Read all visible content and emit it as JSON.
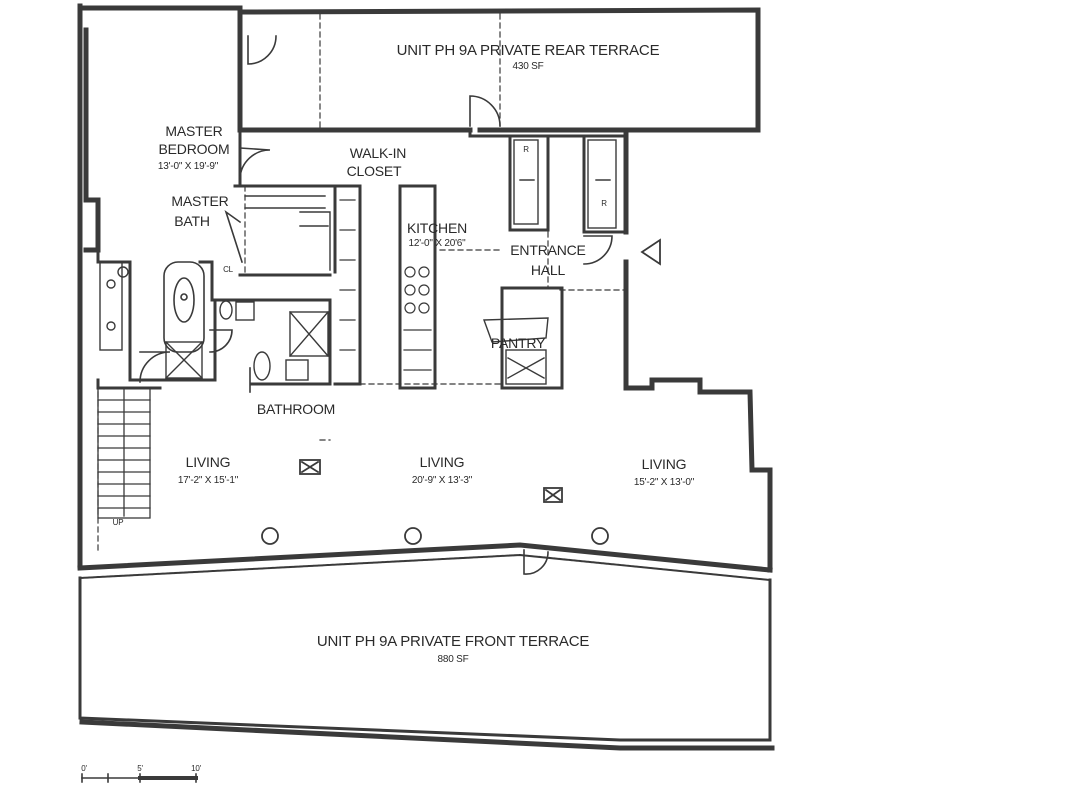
{
  "rear_terrace": {
    "name": "UNIT PH 9A PRIVATE REAR TERRACE",
    "area": "430 SF"
  },
  "master_bedroom": {
    "line1": "MASTER",
    "line2": "BEDROOM",
    "dims": "13'-0\" X 19'-9\""
  },
  "walk_in_closet": {
    "line1": "WALK-IN",
    "line2": "CLOSET"
  },
  "master_bath": {
    "line1": "MASTER",
    "line2": "BATH"
  },
  "closet_tag": "CL",
  "kitchen": {
    "name": "KITCHEN",
    "dims": "12'-0\" X 20'6\""
  },
  "entrance_hall": {
    "line1": "ENTRANCE",
    "line2": "HALL"
  },
  "pantry": "PANTRY",
  "bathroom": "BATHROOM",
  "living_rooms": [
    {
      "name": "LIVING",
      "dims": "17'-2\" X 15'-1\""
    },
    {
      "name": "LIVING",
      "dims": "20'-9\" X 13'-3\""
    },
    {
      "name": "LIVING",
      "dims": "15'-2\" X 13'-0\""
    }
  ],
  "front_terrace": {
    "name": "UNIT PH 9A PRIVATE FRONT TERRACE",
    "area": "880 SF"
  },
  "appliance_tags": [
    "R",
    "R"
  ],
  "stair_tag": "UP",
  "scale_bar": {
    "ticks": [
      "0'",
      "5'",
      "10'"
    ]
  }
}
